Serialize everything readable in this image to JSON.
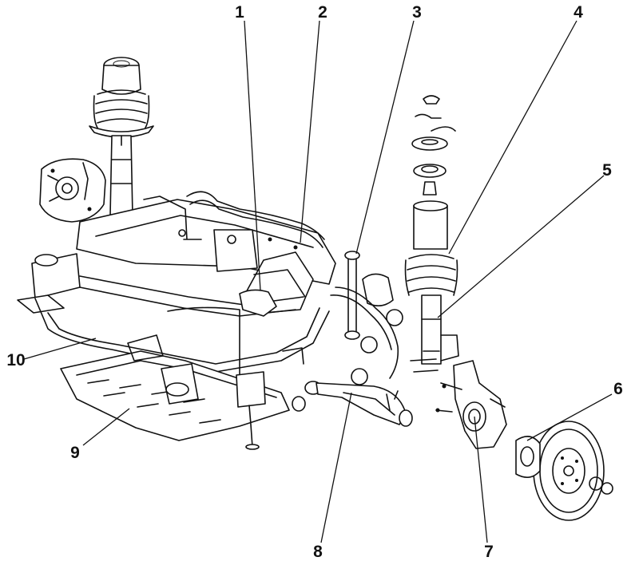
{
  "callouts": [
    {
      "id": "1",
      "label": "1"
    },
    {
      "id": "2",
      "label": "2"
    },
    {
      "id": "3",
      "label": "3"
    },
    {
      "id": "4",
      "label": "4"
    },
    {
      "id": "5",
      "label": "5"
    },
    {
      "id": "6",
      "label": "6"
    },
    {
      "id": "7",
      "label": "7"
    },
    {
      "id": "8",
      "label": "8"
    },
    {
      "id": "9",
      "label": "9"
    },
    {
      "id": "10",
      "label": "10"
    }
  ],
  "colors": {
    "ink": "#111111",
    "background": "#ffffff"
  }
}
